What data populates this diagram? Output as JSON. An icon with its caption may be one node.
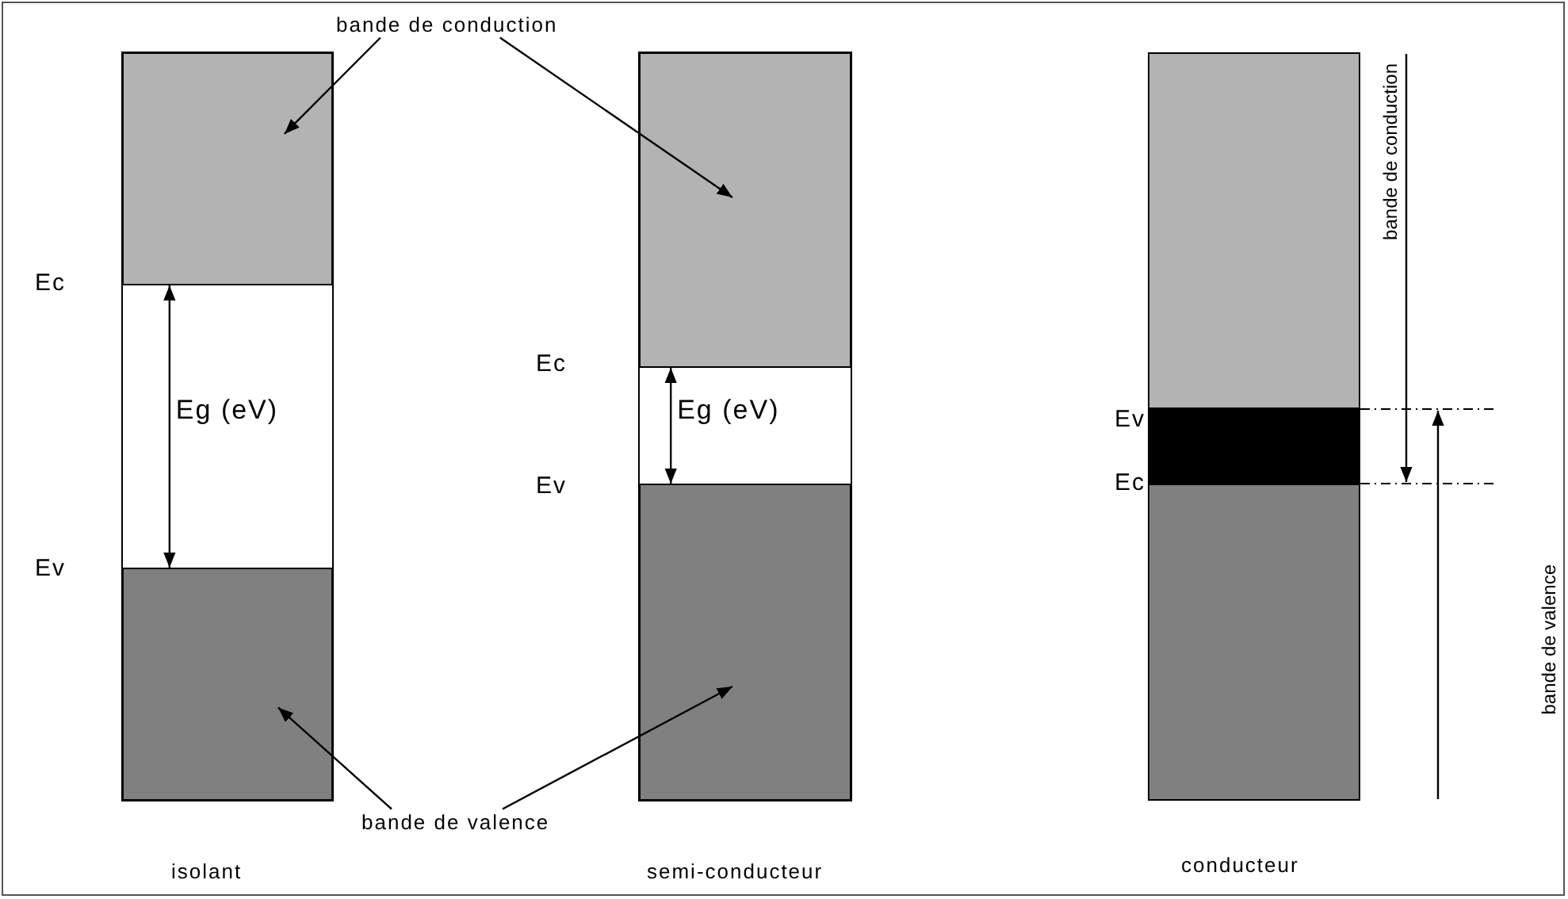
{
  "diagram": {
    "nodes": [
      {
        "text": [
          "bande de conduction"
        ]
      },
      {
        "text": [],
        "shape": "box"
      },
      {
        "text": [],
        "shape": "box"
      },
      {
        "text": [
          "bande de valence"
        ]
      },
      {
        "text": [],
        "shape": "box"
      },
      {
        "text": [],
        "shape": "box"
      },
      {
        "text": [],
        "shape": "box"
      },
      {
        "text": [],
        "shape": "box"
      },
      {
        "text": [],
        "shape": "box"
      }
    ],
    "edges": [
      {
        "from": 0,
        "to": 1,
        "arrow": "to"
      },
      {
        "from": 0,
        "to": 2,
        "arrow": "to"
      },
      {
        "from": 3,
        "to": 4,
        "arrow": "to"
      },
      {
        "from": 3,
        "to": 5,
        "arrow": "to"
      },
      {
        "from": 1,
        "to": 4,
        "arrow": "both",
        "label": "Eg (eV)"
      },
      {
        "from": 2,
        "to": 5,
        "arrow": "both",
        "label": "Eg (eV)"
      }
    ],
    "labels": [
      "Ec",
      "Ev",
      "Ec",
      "Ev",
      "Ev",
      "Ec",
      "bande de conduction",
      "bande de valence",
      "isolant",
      "semi-conducteur",
      "conducteur"
    ]
  }
}
